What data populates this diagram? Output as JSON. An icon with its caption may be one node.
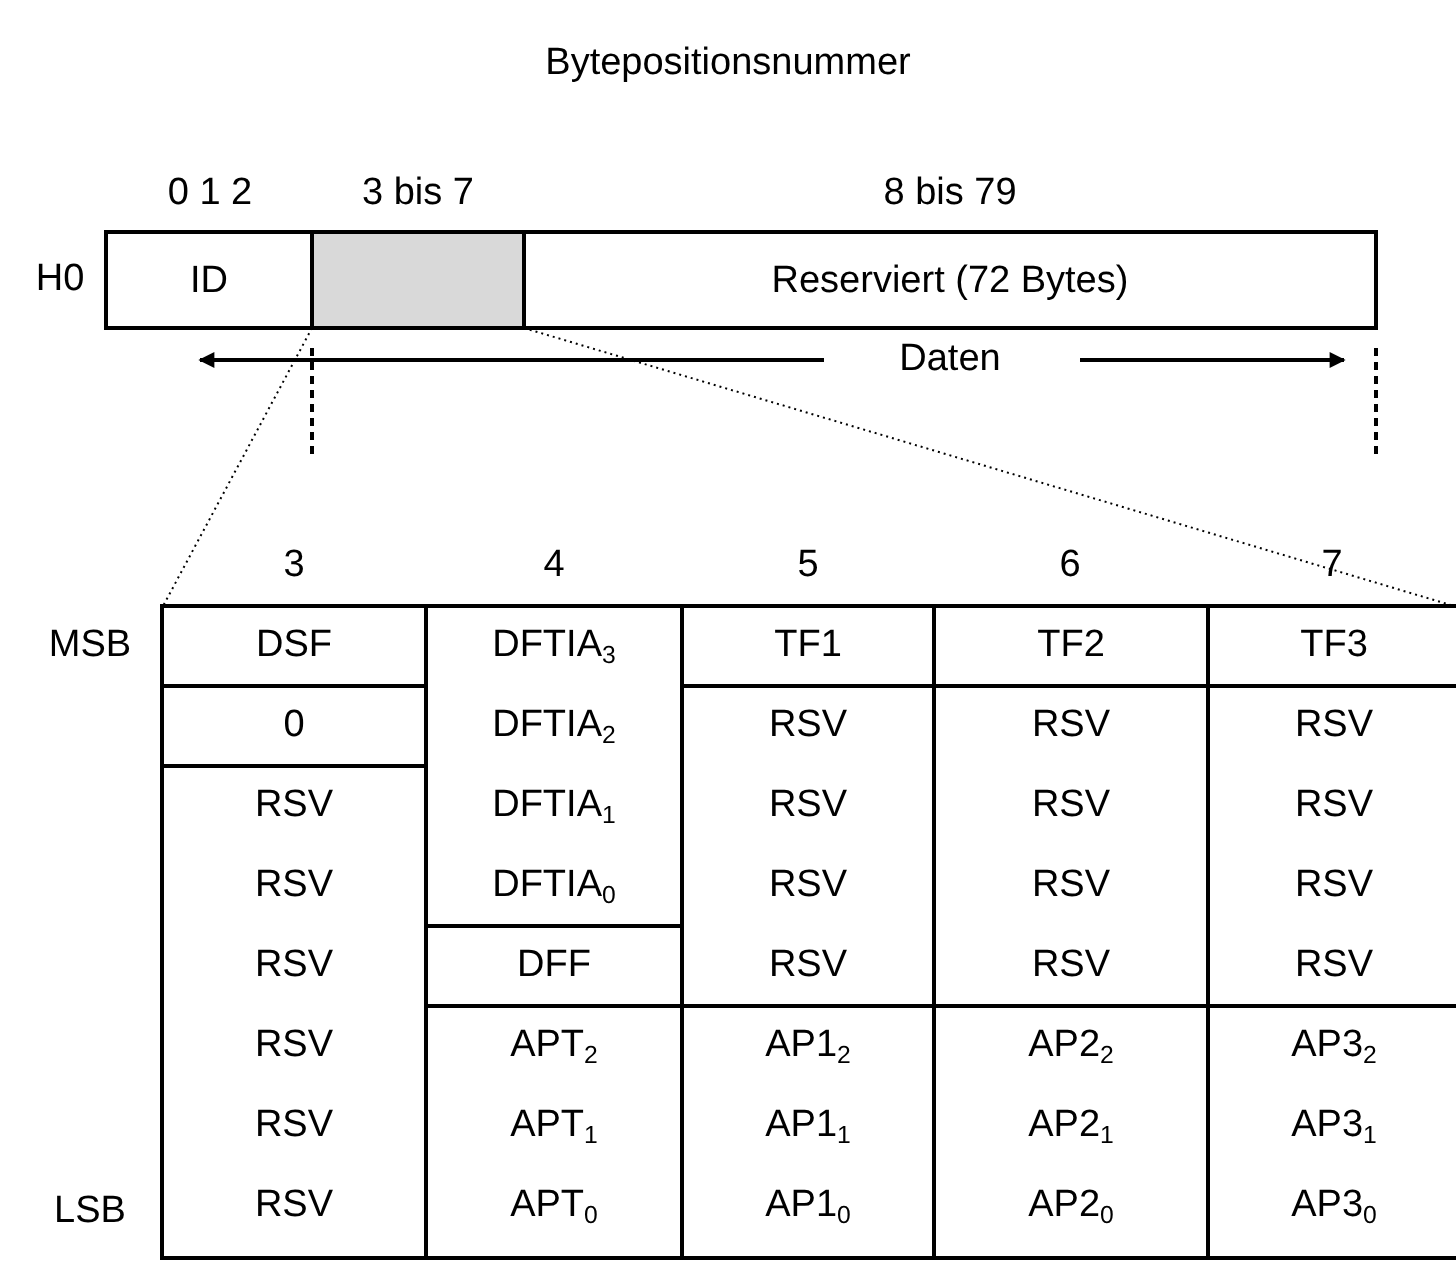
{
  "diagram": {
    "title": "Bytepositionsnummer",
    "nodes": [
      {
        "text": [
          "ID"
        ]
      },
      {
        "text": [],
        "shape": "box"
      },
      {
        "text": [
          "Reserviert (72 Bytes)"
        ]
      },
      {
        "text": [
          "DSF"
        ]
      },
      {
        "text": [
          "DFTIA$_{3}$",
          "DFTIA$_{2}$",
          "DFTIA$_{1}$",
          "DFTIA$_{0}$"
        ]
      },
      {
        "text": [
          "TF1"
        ]
      },
      {
        "text": [
          "TF2"
        ]
      },
      {
        "text": [
          "TF3"
        ]
      },
      {
        "text": [
          "0"
        ]
      },
      {
        "text": [
          "RSV",
          "RSV",
          "RSV",
          "RSV"
        ]
      },
      {
        "text": [
          "RSV",
          "RSV",
          "RSV",
          "RSV"
        ]
      },
      {
        "text": [
          "RSV",
          "RSV",
          "RSV",
          "RSV"
        ]
      },
      {
        "text": [
          "RSV",
          "RSV",
          "RSV",
          "RSV",
          "RSV",
          "RSV"
        ]
      },
      {
        "text": [
          "DFF"
        ]
      },
      {
        "text": [
          "APT$_{2}$",
          "APT$_{1}$",
          "APT$_{0}$"
        ]
      },
      {
        "text": [
          "AP1$_{2}$",
          "AP1$_{1}$",
          "AP1$_{0}$"
        ]
      },
      {
        "text": [
          "AP2$_{2}$",
          "AP2$_{1}$",
          "AP2$_{0}$"
        ]
      },
      {
        "text": [
          "AP3$_{2}$",
          "AP3$_{1}$",
          "AP3$_{0}$"
        ]
      }
    ],
    "edges": [
      {
        "from": 1,
        "to": 3,
        "arrow": "none",
        "style": "dashed"
      },
      {
        "from": 1,
        "to": 7,
        "arrow": "none",
        "style": "dashed"
      }
    ],
    "labels": [
      "0 1 2",
      "3 bis 7",
      "8 bis 79",
      "H0",
      "Daten",
      "3",
      "4",
      "5",
      "6",
      "7",
      "MSB",
      "LSB"
    ]
  }
}
